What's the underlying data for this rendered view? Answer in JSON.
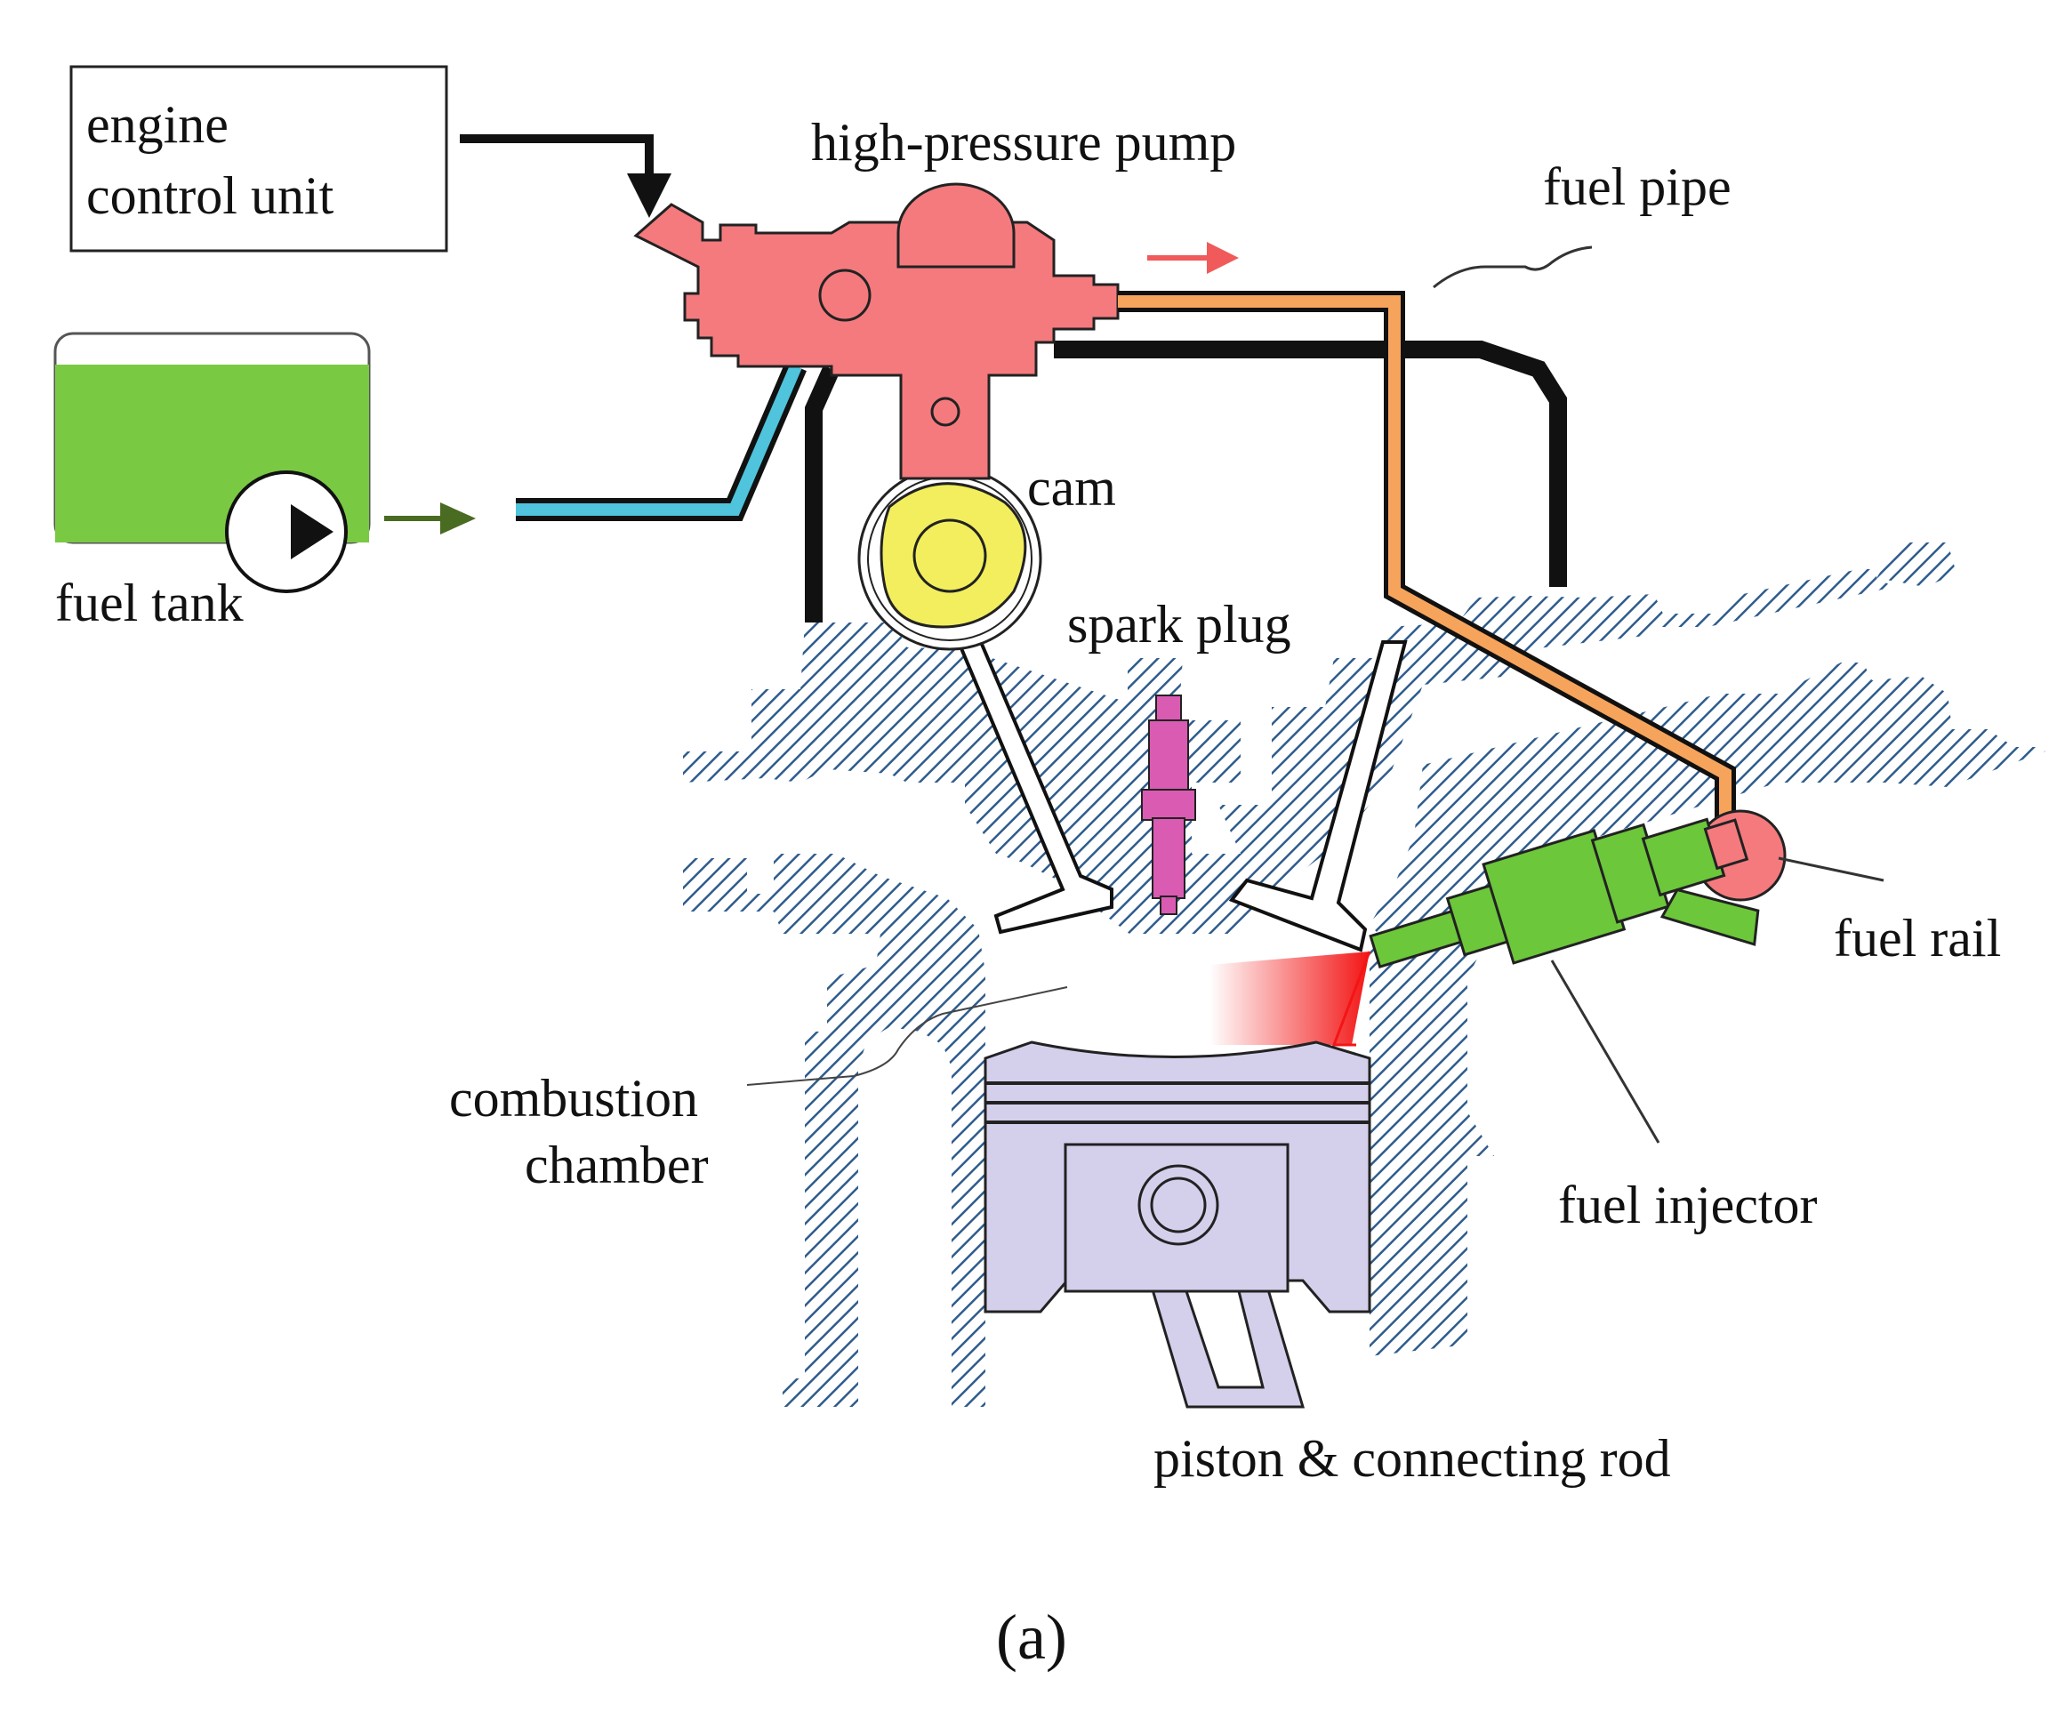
{
  "labels": {
    "ecu_line1": "engine",
    "ecu_line2": "control unit",
    "high_pressure_pump": "high-pressure pump",
    "fuel_pipe": "fuel pipe",
    "cam": "cam",
    "fuel_tank": "fuel tank",
    "spark_plug": "spark plug",
    "fuel_rail": "fuel rail",
    "combustion_line1": "combustion",
    "combustion_line2": "chamber",
    "fuel_injector": "fuel injector",
    "piston": "piston & connecting rod"
  },
  "caption": "(a)",
  "colors": {
    "pump": "#f47a7e",
    "fuel_tank": "#7ac943",
    "fuel_pipe": "#f6a45c",
    "low_pressure_line": "#4fc4dc",
    "cam": "#f2ee5e",
    "spark_plug": "#d95bb2",
    "fuel_rail": "#f47a7e",
    "injector": "#6cc73a",
    "piston": "#d4d0ec",
    "hatch": "#2f5c8c",
    "spray": "#f31515",
    "tank_arrow": "#4a6b22"
  }
}
